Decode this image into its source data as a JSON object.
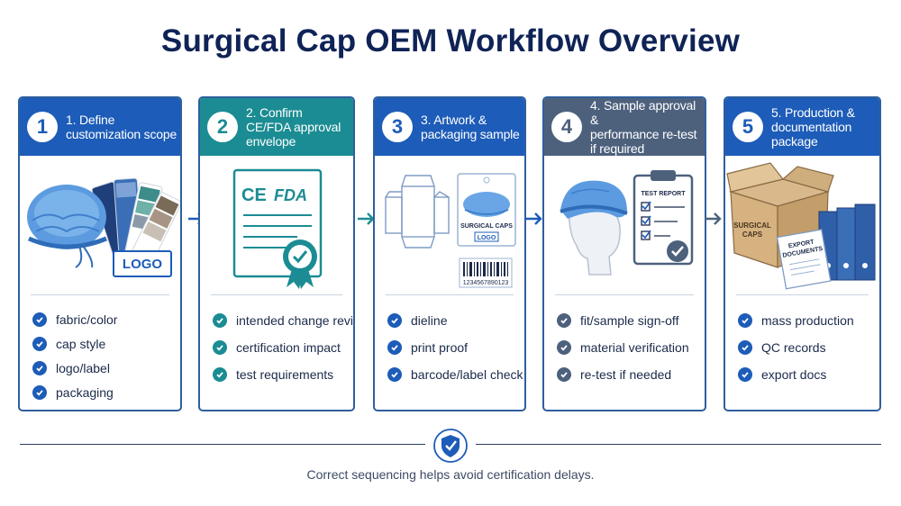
{
  "title": "Surgical Cap OEM Workflow Overview",
  "colors": {
    "navy": "#0f2356",
    "blue": "#1d5cb8",
    "teal": "#1b8c93",
    "slate": "#4d617d",
    "card_border": "#2e5f9e"
  },
  "steps": [
    {
      "number": "1",
      "title_lines": [
        "1. Define",
        "customization scope"
      ],
      "header_color": "#1d5cb8",
      "illustration": {
        "logo_text": "LOGO"
      },
      "items": [
        "fabric/color",
        "cap style",
        "logo/label",
        "packaging"
      ]
    },
    {
      "number": "2",
      "title_lines": [
        "2. Confirm",
        "CE/FDA approval",
        "envelope"
      ],
      "header_color": "#1b8c93",
      "illustration": {
        "ce_text": "CE",
        "fda_text": "FDA"
      },
      "items": [
        "intended change review",
        "certification impact",
        "test requirements"
      ]
    },
    {
      "number": "3",
      "title_lines": [
        "3. Artwork &",
        "packaging sample"
      ],
      "header_color": "#1d5cb8",
      "illustration": {
        "pack_label": "SURGICAL CAPS",
        "logo_text": "LOGO",
        "barcode_digits": "1234567890123"
      },
      "items": [
        "dieline",
        "print proof",
        "barcode/label check"
      ]
    },
    {
      "number": "4",
      "title_lines": [
        "4. Sample approval &",
        "performance re-test",
        "if required"
      ],
      "header_color": "#4d617d",
      "illustration": {
        "report_title": "TEST REPORT"
      },
      "items": [
        "fit/sample sign-off",
        "material verification",
        "re-test if needed"
      ]
    },
    {
      "number": "5",
      "title_lines": [
        "5. Production &",
        "documentation",
        "package"
      ],
      "header_color": "#1d5cb8",
      "illustration": {
        "box_label_lines": [
          "SURGICAL",
          "CAPS"
        ],
        "doc_label_lines": [
          "EXPORT",
          "DOCUMENTS"
        ]
      },
      "items": [
        "mass production",
        "QC records",
        "export docs"
      ]
    }
  ],
  "footer": {
    "icon": "shield-check-icon",
    "note": "Correct sequencing helps avoid certification delays."
  }
}
